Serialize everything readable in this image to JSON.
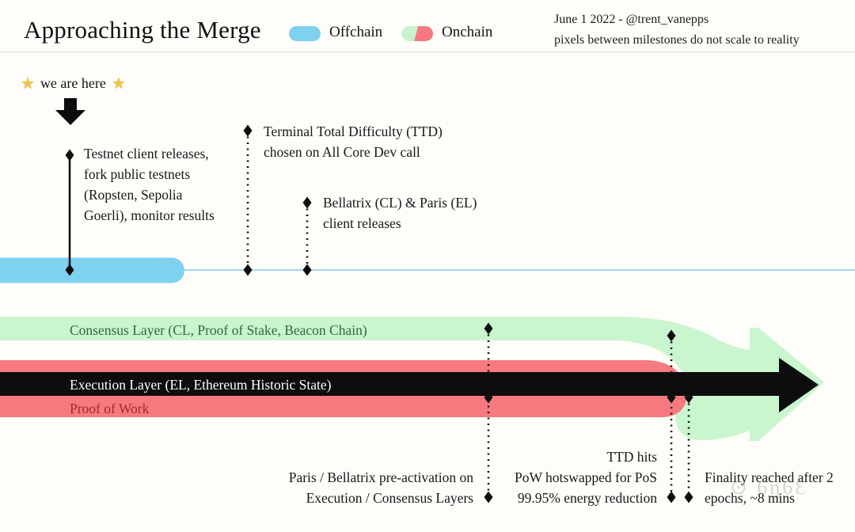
{
  "header": {
    "title": "Approaching the Merge",
    "legend": {
      "offchain_label": "Offchain",
      "onchain_label": "Onchain"
    },
    "credit": {
      "line1": "June 1 2022 - @trent_vanepps",
      "line2": "pixels between milestones do not scale to reality"
    }
  },
  "here_marker": {
    "star": "★",
    "label": "we are here"
  },
  "timeline_offchain": {
    "milestone_testnet": {
      "lines": [
        "Testnet client releases,",
        "fork public testnets",
        "(Ropsten, Sepolia",
        "Goerli), monitor results"
      ]
    },
    "milestone_ttd_chosen": {
      "lines": [
        "Terminal Total Difficulty (TTD)",
        "chosen on All Core Dev call"
      ]
    },
    "milestone_client_releases": {
      "lines": [
        "Bellatrix (CL) & Paris (EL)",
        "client releases"
      ]
    }
  },
  "tracks": {
    "consensus_label": "Consensus Layer (CL, Proof of Stake, Beacon Chain)",
    "execution_label": "Execution Layer (EL, Ethereum Historic State)",
    "pow_label": "Proof of Work"
  },
  "timeline_onchain": {
    "milestone_preactivation": {
      "lines": [
        "Paris / Bellatrix pre-activation on",
        "Execution / Consensus Layers"
      ]
    },
    "milestone_ttd_hits": {
      "lines": [
        "TTD hits",
        "PoW hotswapped for PoS",
        "99.95% energy reduction"
      ]
    },
    "milestone_finality": {
      "lines": [
        "Finality reached after 2",
        "epochs, ~8 mins"
      ]
    }
  },
  "watermark": "⊙ 6ɳ6Ɛ",
  "colors": {
    "offchain_blue": "#7fd1f0",
    "onchain_green": "#c9f5cf",
    "onchain_red": "#f5797f",
    "arrow_black": "#0d0d0d",
    "star_gold": "#f0c24b"
  }
}
